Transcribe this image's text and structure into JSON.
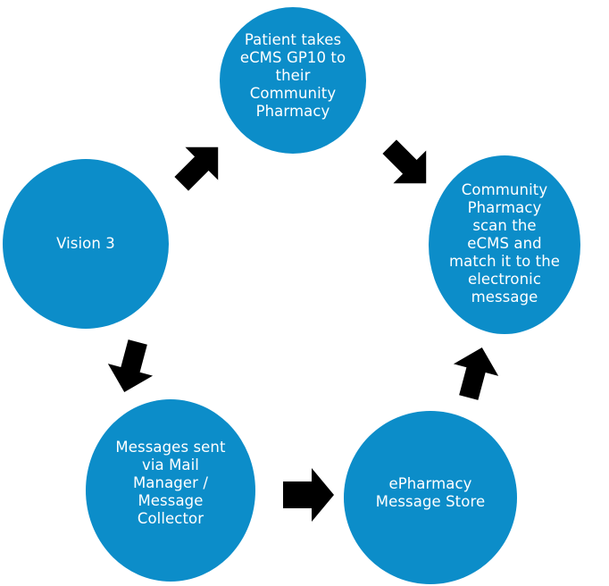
{
  "diagram": {
    "node_color": "#0C8DC9",
    "arrow_color": "#000000",
    "nodes": {
      "vision": {
        "label": "Vision 3"
      },
      "patient": {
        "label": "Patient takes\neCMS GP10 to\ntheir\nCommunity\nPharmacy"
      },
      "community": {
        "label": "Community\nPharmacy\nscan the\neCMS and\nmatch it to the\nelectronic\nmessage"
      },
      "messages": {
        "label": "Messages sent\nvia Mail\nManager /\nMessage\nCollector"
      },
      "store": {
        "label": "ePharmacy\nMessage Store"
      }
    },
    "flow": [
      {
        "from": "vision",
        "to": "messages"
      },
      {
        "from": "messages",
        "to": "store"
      },
      {
        "from": "store",
        "to": "community"
      },
      {
        "from": "patient",
        "to": "community"
      },
      {
        "from": "vision",
        "to": "patient"
      }
    ]
  }
}
